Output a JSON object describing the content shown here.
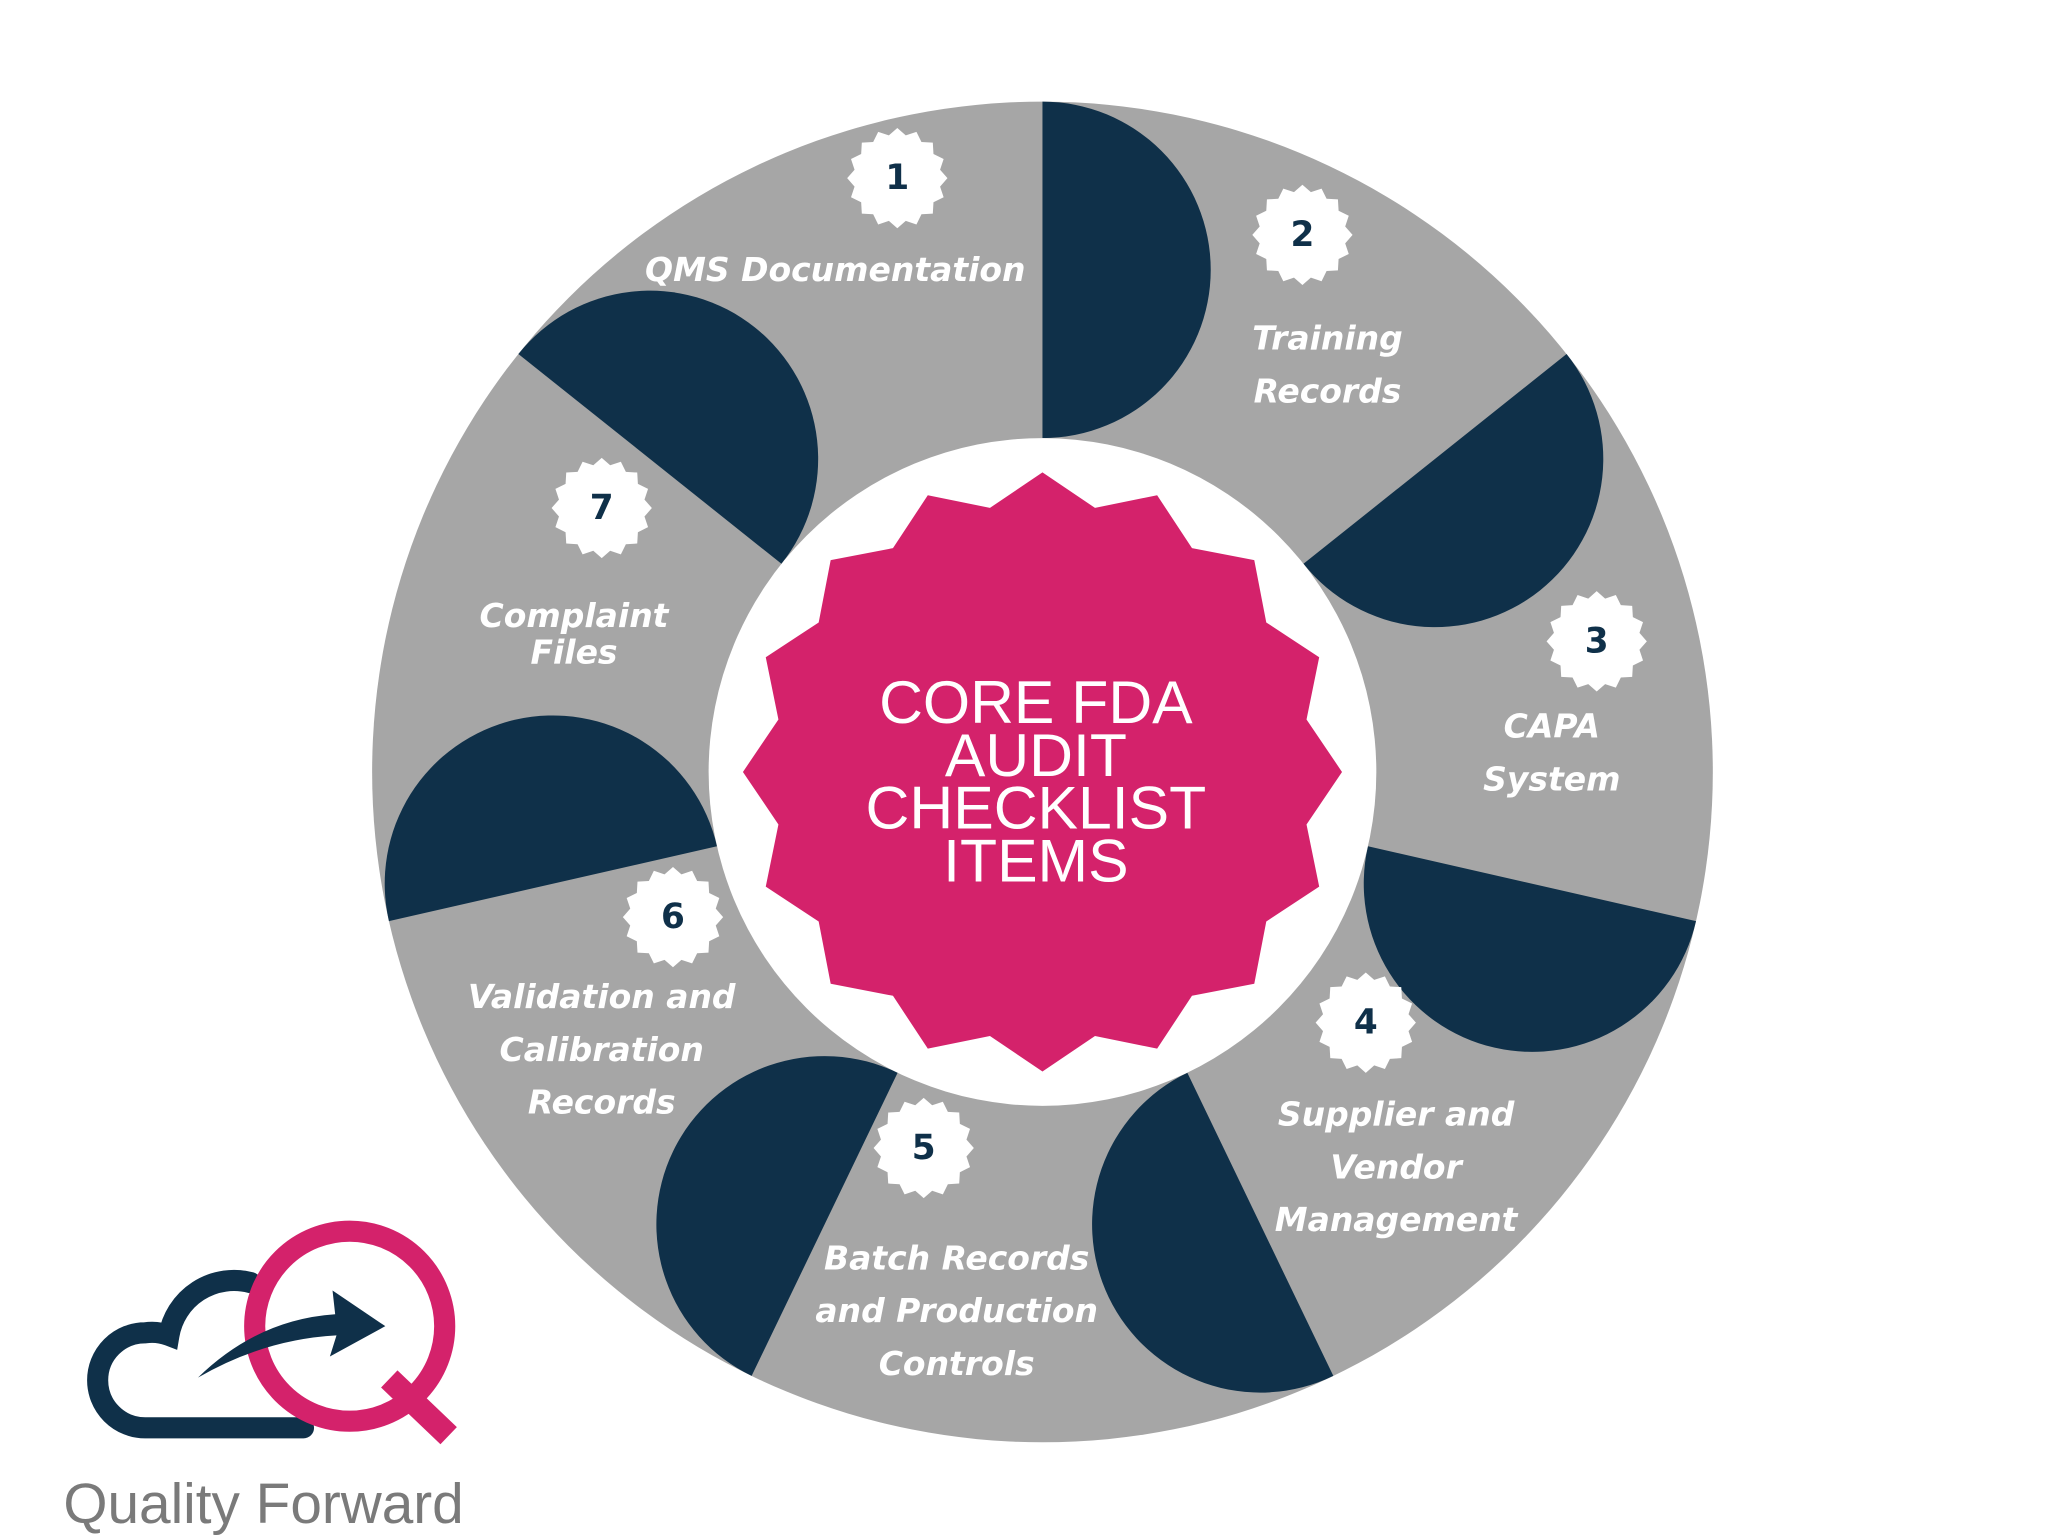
{
  "colors": {
    "ring": "#a6a6a6",
    "dark": "#0f3049",
    "accent": "#d4226b",
    "white": "#ffffff",
    "brand_gray": "#7a7a7a"
  },
  "center_title": [
    "CORE FDA",
    "AUDIT",
    "CHECKLIST",
    "ITEMS"
  ],
  "items": [
    {
      "number": "1",
      "lines": [
        "QMS Documentation"
      ]
    },
    {
      "number": "2",
      "lines": [
        "Training",
        "Records"
      ]
    },
    {
      "number": "3",
      "lines": [
        "CAPA",
        "System"
      ]
    },
    {
      "number": "4",
      "lines": [
        "Supplier and",
        "Vendor",
        "Management"
      ]
    },
    {
      "number": "5",
      "lines": [
        "Batch Records",
        "and Production",
        "Controls"
      ]
    },
    {
      "number": "6",
      "lines": [
        "Validation and",
        "Calibration",
        "Records"
      ]
    },
    {
      "number": "7",
      "lines": [
        "Complaint",
        "Files"
      ]
    }
  ],
  "brand": {
    "name": "Quality Forward"
  }
}
